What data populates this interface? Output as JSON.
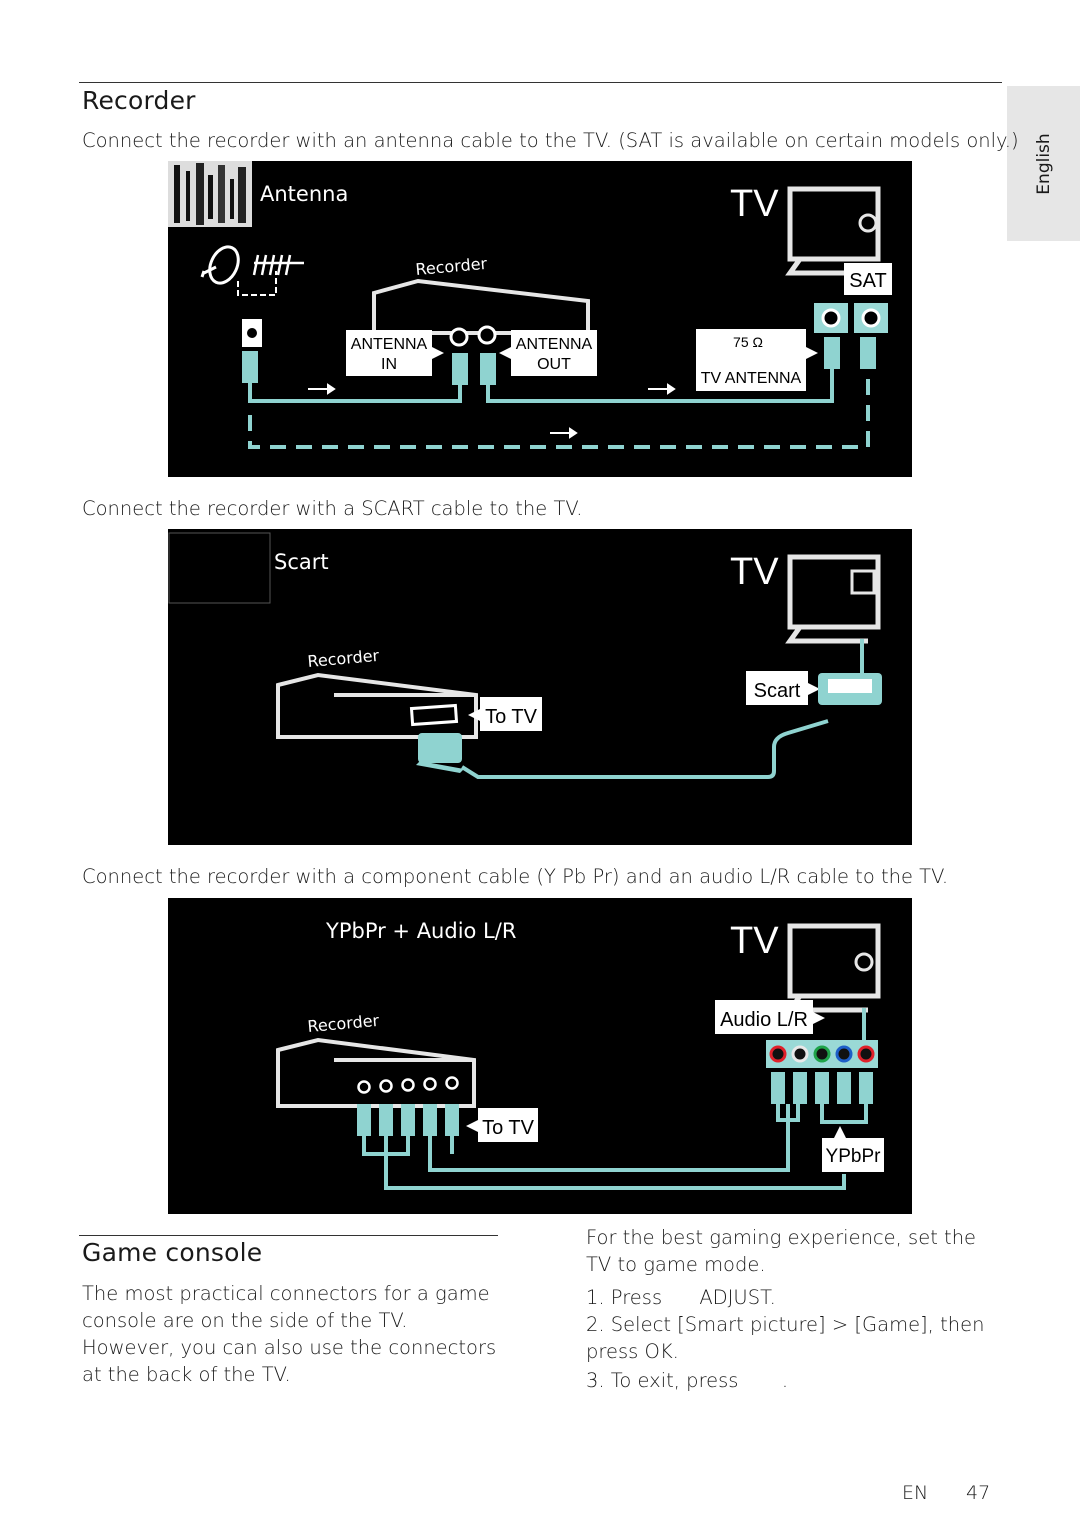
{
  "side_tab": "English",
  "recorder": {
    "title": "Recorder",
    "intro": "Connect the recorder with an antenna cable to the TV. (SAT is available on certain models only.)",
    "antenna_diagram": {
      "heading": "Antenna",
      "tv": "TV",
      "device": "Recorder",
      "sat": "SAT",
      "antenna_in_1": "ANTENNA",
      "antenna_in_2": "IN",
      "antenna_out_1": "ANTENNA",
      "antenna_out_2": "OUT",
      "tv_antenna_1": "75 Ω",
      "tv_antenna_2": "TV ANTENNA"
    },
    "scart_caption": "Connect the recorder with a SCART cable to the TV.",
    "scart_diagram": {
      "heading": "Scart",
      "tv": "TV",
      "device": "Recorder",
      "to_tv": "To TV",
      "scart_port": "Scart"
    },
    "component_caption": "Connect the recorder with a component cable (Y Pb Pr) and an audio L/R cable to the TV.",
    "component_diagram": {
      "heading": "YPbPr + Audio L/R",
      "tv": "TV",
      "device": "Recorder",
      "to_tv": "To TV",
      "audio": "Audio L/R",
      "ypbpr": "YPbPr",
      "jack_colors": [
        "#e0212a",
        "#e8e8e8",
        "#1fa34a",
        "#1e5fc8",
        "#e0212a"
      ]
    }
  },
  "game_console": {
    "title": "Game console",
    "body": "The most practical connectors for a game console are on the side of the TV. However, you can also use the connectors at the back of the TV.",
    "tip": "For the best gaming experience, set the TV to game mode.",
    "steps": [
      "1. Press      ADJUST.",
      "2. Select [Smart picture] > [Game], then press OK.",
      "3. To exit, press       ."
    ]
  },
  "footer": {
    "lang": "EN",
    "page": "47"
  }
}
